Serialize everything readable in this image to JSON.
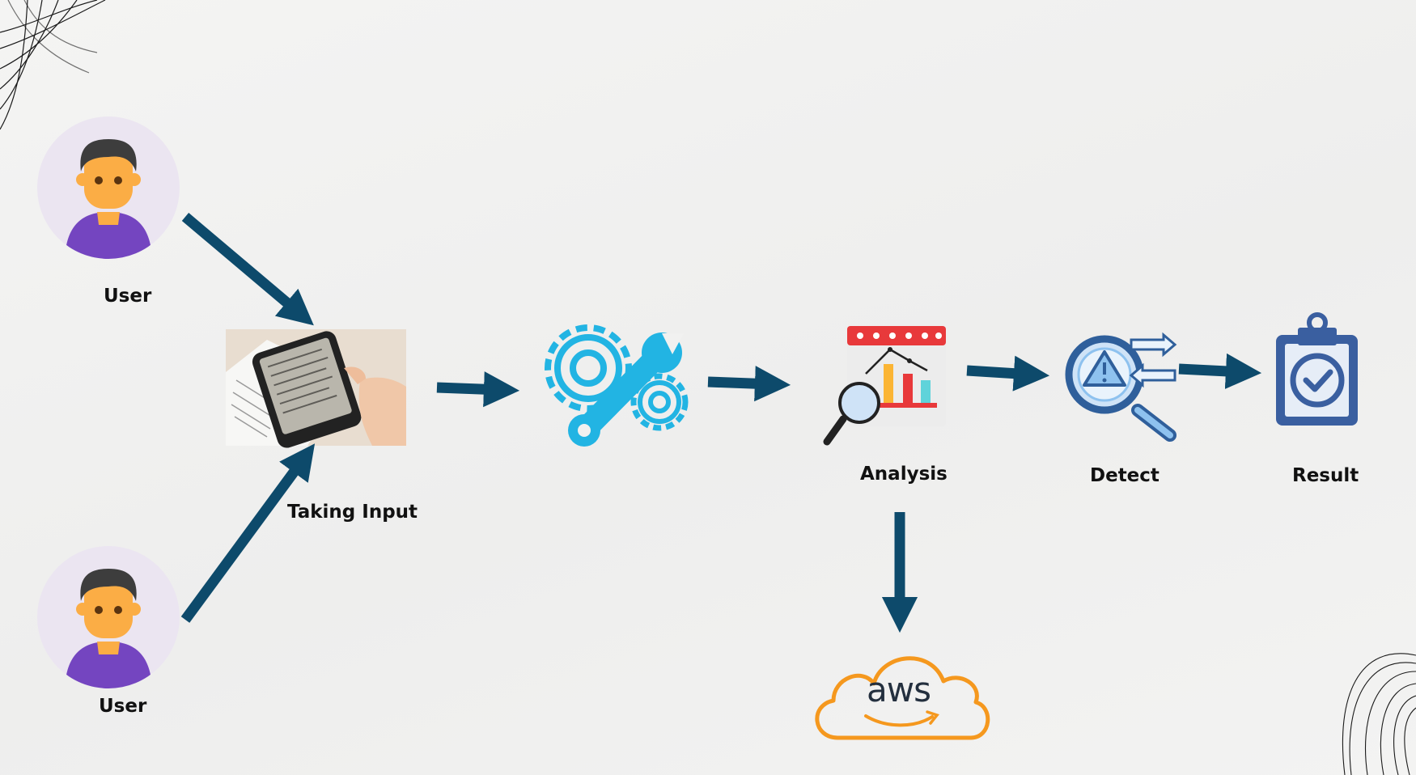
{
  "labels": {
    "user_top": "User",
    "user_bottom": "User",
    "taking_input": "Taking Input",
    "analysis": "Analysis",
    "detect": "Detect",
    "result": "Result"
  },
  "aws_logo_text": "aws",
  "icons": {
    "user": "user-avatar-icon",
    "input": "phone-scanning-document-photo",
    "processing": "gear-wrench-icon",
    "analysis": "chart-magnifier-icon",
    "detect": "warning-magnifier-icon",
    "result": "clipboard-check-icon",
    "cloud": "aws-cloud-icon"
  },
  "colors": {
    "arrow": "#0d4a6b",
    "gear_wrench": "#22b4e3",
    "detect_blue": "#2f5f9b",
    "result_navy": "#3a5fa0",
    "aws_orange": "#f5981e",
    "avatar_bg": "#ebe5f1",
    "avatar_shirt": "#7445c0",
    "avatar_skin": "#fbad45"
  }
}
